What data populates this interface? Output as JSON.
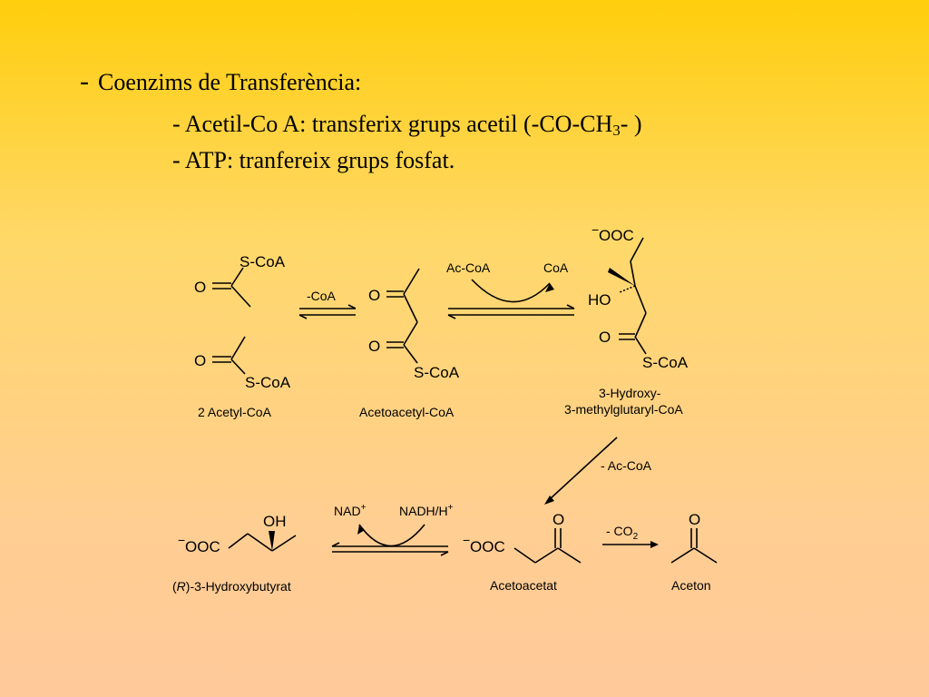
{
  "slide": {
    "bullet": "-",
    "heading": "Coenzims de Transferència:",
    "line1_pre": "- Acetil-Co A: transferix grups acetil (-CO-CH",
    "line1_sub": "3",
    "line1_post": "- )",
    "line2": "- ATP: tranfereix grups fosfat."
  },
  "scheme": {
    "labels": {
      "acetyl": "2 Acetyl-CoA",
      "acetoacetyl": "Acetoacetyl-CoA",
      "hmg_line1": "3-Hydroxy-",
      "hmg_line2": "3-methylglutaryl-CoA",
      "hydroxybutyrat_pre": "(",
      "hydroxybutyrat_r": "R",
      "hydroxybutyrat_post": ")-3-Hydroxybutyrat",
      "acetoacetat": "Acetoacetat",
      "aceton": "Aceton"
    },
    "arrows": {
      "minus_coa": "-CoA",
      "ac_coa": "Ac-CoA",
      "coa": "CoA",
      "minus_ac_coa": "- Ac-CoA",
      "nad": "NAD",
      "nadh": "NADH/H",
      "minus_co2_pre": "- CO",
      "minus_co2_sub": "2",
      "plus": "+"
    },
    "atoms": {
      "o": "O",
      "s_coa": "S-CoA",
      "ho": "HO",
      "oh": "OH",
      "ooc": "OOC",
      "minus": "−"
    }
  }
}
